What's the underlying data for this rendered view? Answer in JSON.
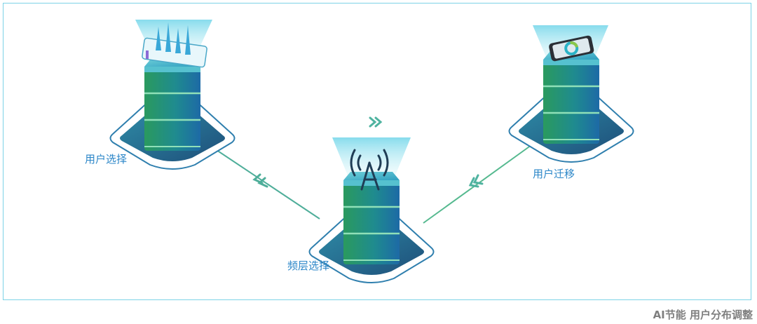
{
  "diagram": {
    "nodes": [
      {
        "id": "user-select",
        "label": "用户选择",
        "icon": "bar-chart-tablet-icon"
      },
      {
        "id": "user-migrate",
        "label": "用户迁移",
        "icon": "smartphone-icon"
      },
      {
        "id": "frequency-layer-select",
        "label": "频层选择",
        "icon": "signal-tower-icon"
      }
    ],
    "edges": [
      {
        "from": "user-select",
        "to": "user-migrate"
      },
      {
        "from": "user-migrate",
        "to": "frequency-layer-select"
      },
      {
        "from": "frequency-layer-select",
        "to": "user-select"
      }
    ],
    "colors": {
      "accent": "#2b86c8",
      "frame": "#7dd3e6",
      "line": "#5fbf8c",
      "server_top": "#3fb5c9",
      "server_body": "#1e8f7a"
    }
  },
  "caption": "AI节能 用户分布调整"
}
